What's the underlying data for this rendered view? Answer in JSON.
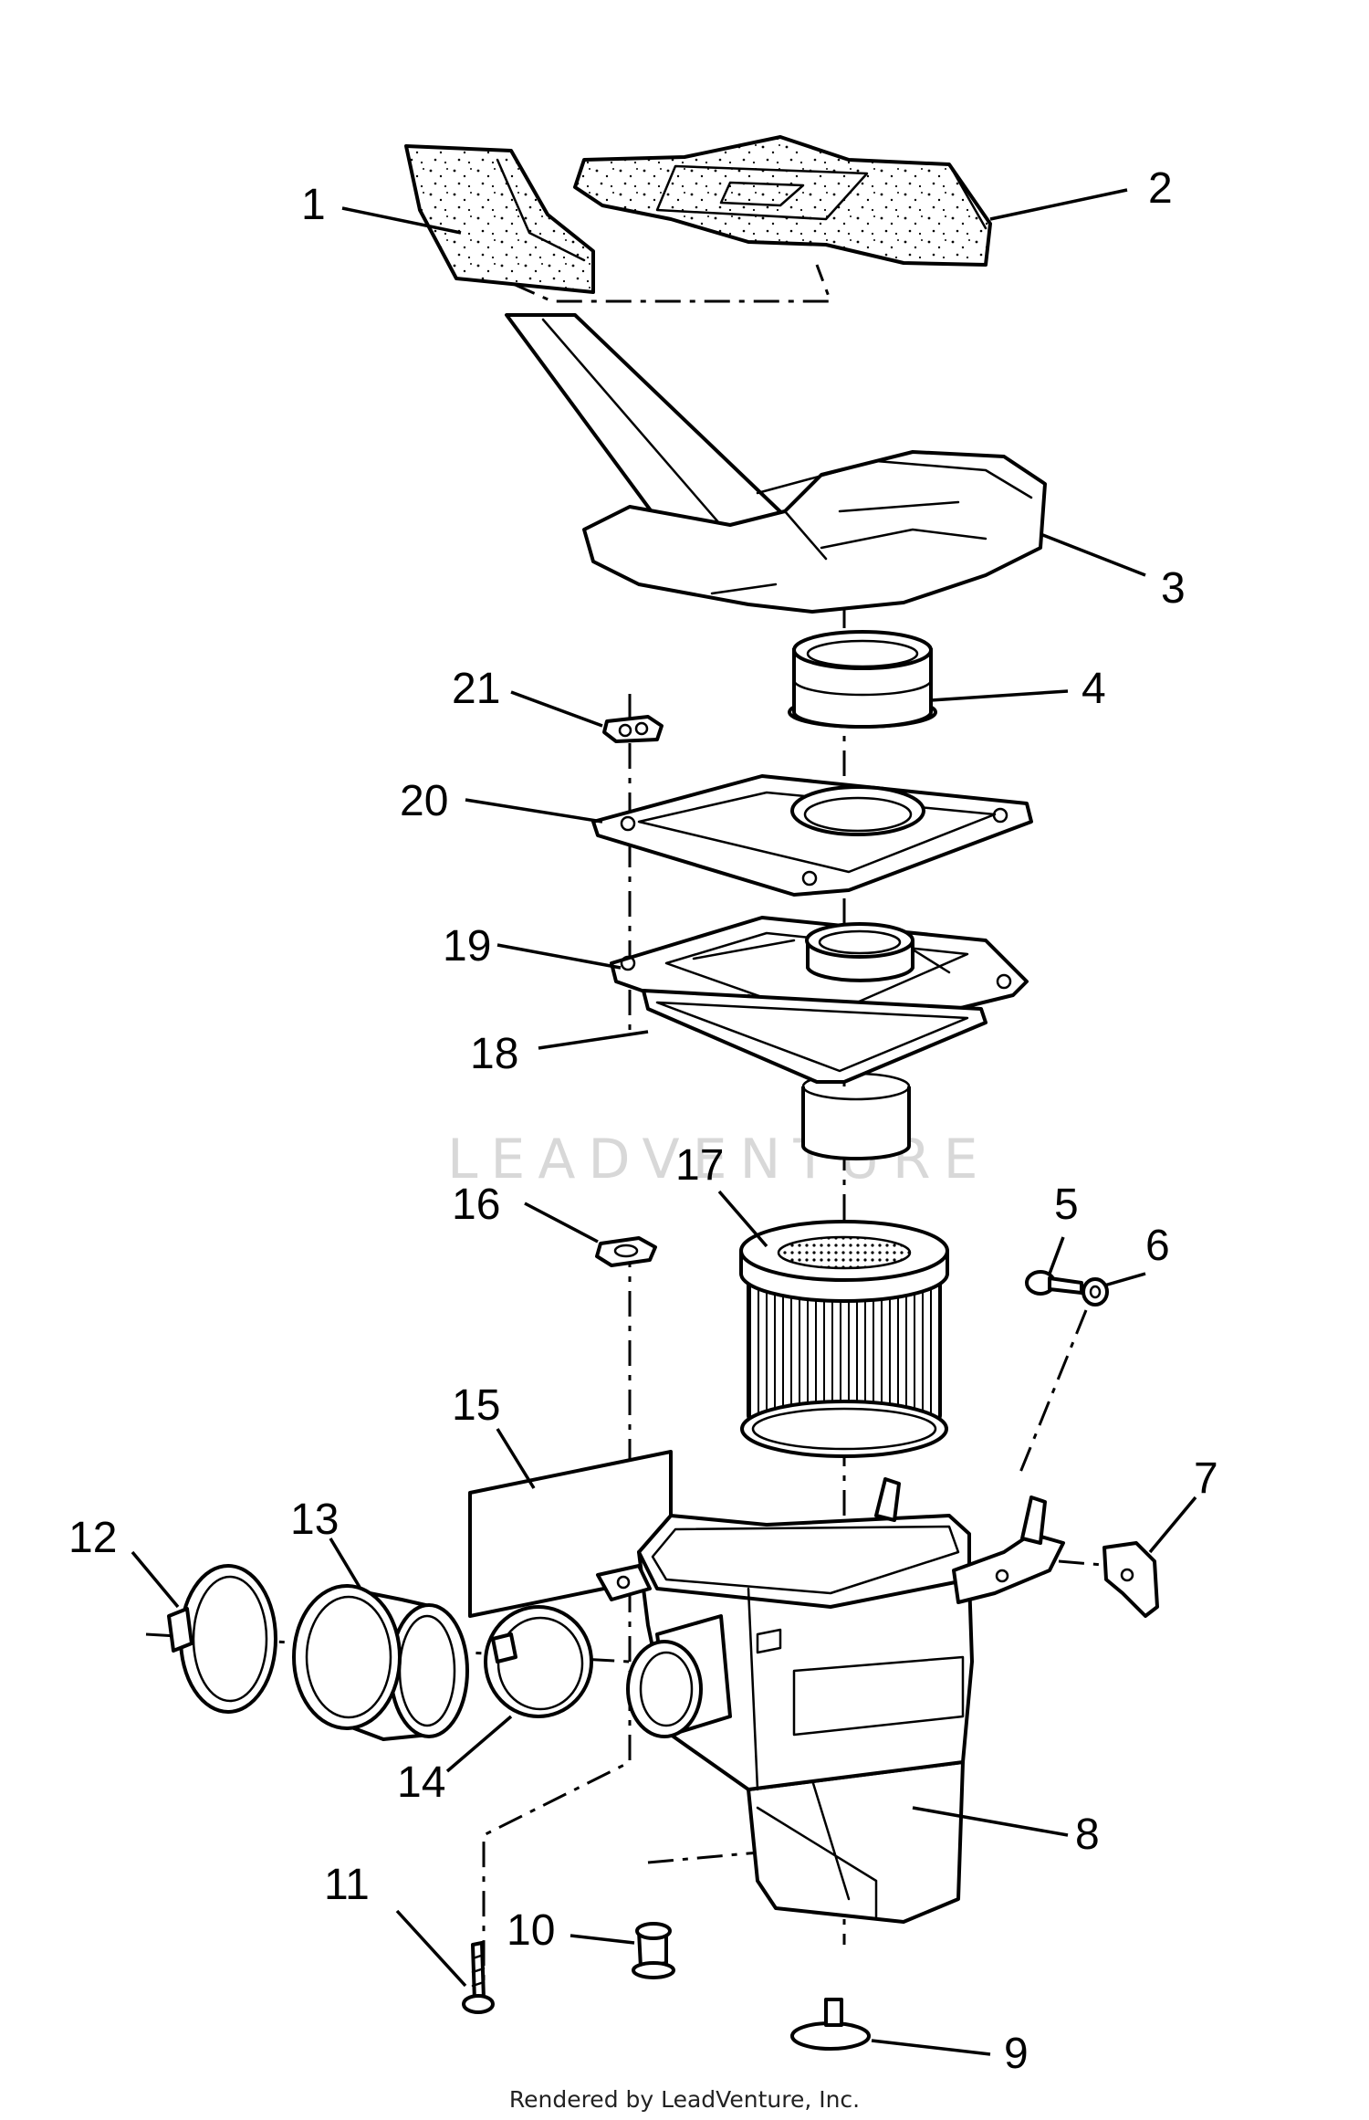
{
  "callouts": [
    "1",
    "2",
    "3",
    "4",
    "5",
    "6",
    "7",
    "8",
    "9",
    "10",
    "11",
    "12",
    "13",
    "14",
    "15",
    "16",
    "17",
    "18",
    "19",
    "20",
    "21"
  ],
  "watermark": "LEADVENTURE",
  "footer": "Rendered by LeadVenture, Inc."
}
